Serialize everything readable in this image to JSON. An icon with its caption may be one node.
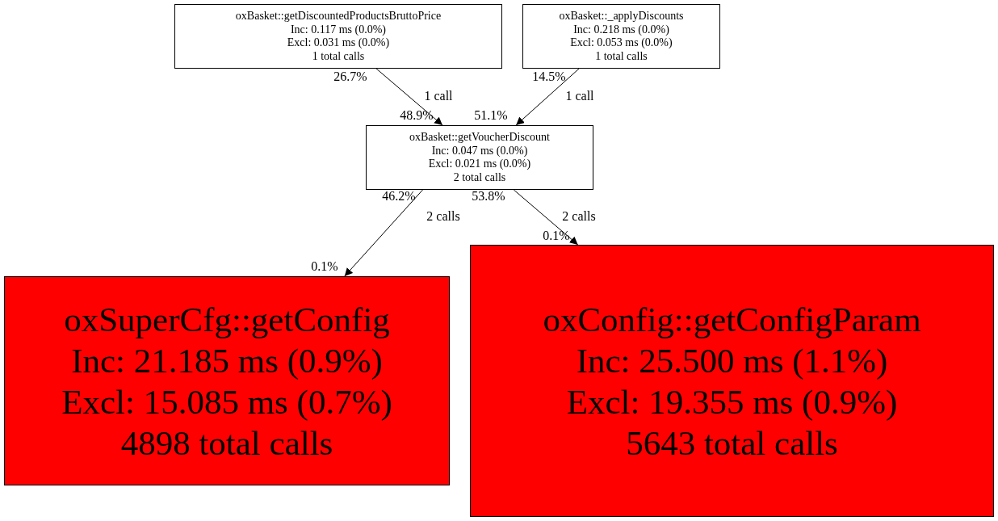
{
  "diagram": {
    "nodes": [
      {
        "text": [
          "oxBasket::getDiscountedProductsBruttoPrice",
          "Inc: 0.117 ms (0.0%)",
          "Excl: 0.031 ms (0.0%)",
          "1 total calls"
        ]
      },
      {
        "text": [
          "oxBasket::_applyDiscounts",
          "Inc: 0.218 ms (0.0%)",
          "Excl: 0.053 ms (0.0%)",
          "1 total calls"
        ]
      },
      {
        "text": [
          "oxBasket::getVoucherDiscount",
          "Inc: 0.047 ms (0.0%)",
          "Excl: 0.021 ms (0.0%)",
          "2 total calls"
        ]
      },
      {
        "text": [
          "oxSuperCfg::getConfig",
          "Inc: 21.185 ms (0.9%)",
          "Excl: 15.085 ms (0.7%)",
          "4898 total calls"
        ]
      },
      {
        "text": [
          "oxConfig::getConfigParam",
          "Inc: 25.500 ms (1.1%)",
          "Excl: 19.355 ms (0.9%)",
          "5643 total calls"
        ]
      }
    ],
    "edges": [
      {
        "from": 0,
        "to": 2,
        "arrow": "to",
        "label": "1 call"
      },
      {
        "from": 1,
        "to": 2,
        "arrow": "to",
        "label": "1 call"
      },
      {
        "from": 2,
        "to": 3,
        "arrow": "to",
        "label": "2 calls"
      },
      {
        "from": 2,
        "to": 4,
        "arrow": "to",
        "label": "2 calls"
      }
    ],
    "labels": [
      "26.7%",
      "14.5%",
      "48.9%",
      "51.1%",
      "46.2%",
      "53.8%",
      "0.1%",
      "0.1%"
    ]
  }
}
